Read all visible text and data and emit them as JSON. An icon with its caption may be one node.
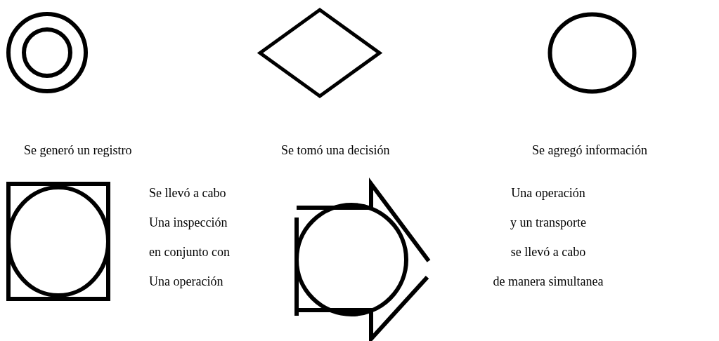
{
  "diagram": {
    "nodes": [
      {
        "text": [],
        "shape": "circle"
      },
      {
        "text": [],
        "shape": "diamond"
      },
      {
        "text": [],
        "shape": "circle"
      },
      {
        "text": [],
        "shape": "box",
        "beside": [
          "Se llevó a cabo",
          "Una inspección",
          "en conjunto con",
          "Una operación"
        ]
      },
      {
        "text": [],
        "shape": "arrow",
        "beside": [
          "Una operación",
          "y un transporte",
          "se llevó a cabo",
          "de manera simultanea"
        ]
      }
    ],
    "labels": [
      "Se generó un registro",
      "Se tomó una decisión",
      "Se agregó información"
    ]
  }
}
